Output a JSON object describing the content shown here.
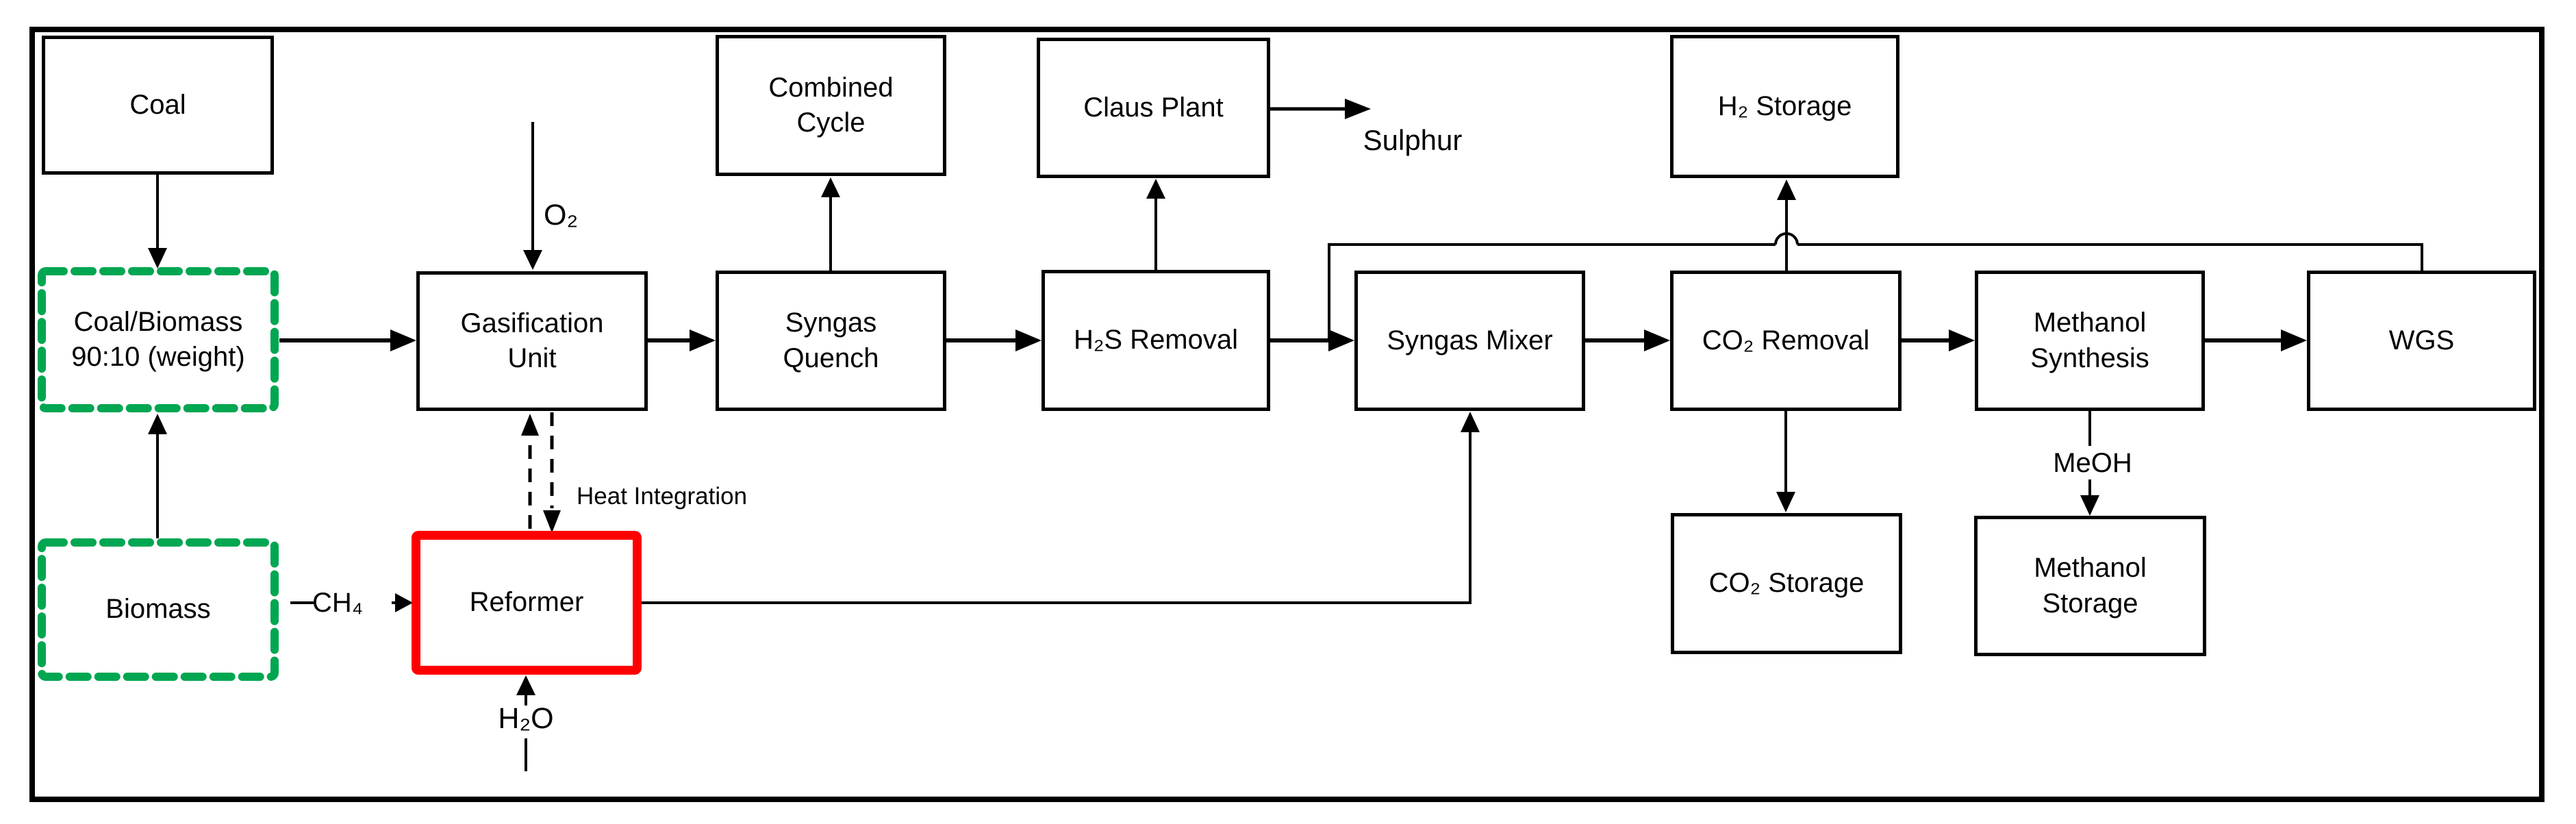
{
  "title": "Coal/biomass gasification with methanol synthesis block flow diagram",
  "colors": {
    "line": "#000000",
    "accent_red": "#ff0000",
    "accent_green": "#00a651",
    "bg": "#ffffff"
  },
  "nodes": {
    "coal": {
      "label": "Coal"
    },
    "coal_biomass": {
      "line1": "Coal/Biomass",
      "line2": "90:10 (weight)"
    },
    "biomass": {
      "label": "Biomass"
    },
    "gasification_unit": {
      "line1": "Gasification",
      "line2": "Unit"
    },
    "syngas_quench": {
      "line1": "Syngas",
      "line2": "Quench"
    },
    "combined_cycle": {
      "line1": "Combined",
      "line2": "Cycle"
    },
    "h2s_removal": {
      "label": "H₂S Removal"
    },
    "claus_plant": {
      "label": "Claus Plant"
    },
    "syngas_mixer": {
      "label": "Syngas Mixer"
    },
    "h2_storage": {
      "label": "H₂ Storage"
    },
    "co2_removal": {
      "label": "CO₂ Removal"
    },
    "co2_storage": {
      "label": "CO₂ Storage"
    },
    "methanol_synthesis": {
      "line1": "Methanol",
      "line2": "Synthesis"
    },
    "methanol_storage": {
      "line1": "Methanol",
      "line2": "Storage"
    },
    "wgs": {
      "label": "WGS"
    },
    "reformer": {
      "label": "Reformer"
    }
  },
  "stream_labels": {
    "o2": "O₂",
    "h2o": "H₂O",
    "ch4": "CH₄",
    "meoh": "MeOH",
    "sulphur": "Sulphur",
    "heat_integration": "Heat Integration"
  }
}
